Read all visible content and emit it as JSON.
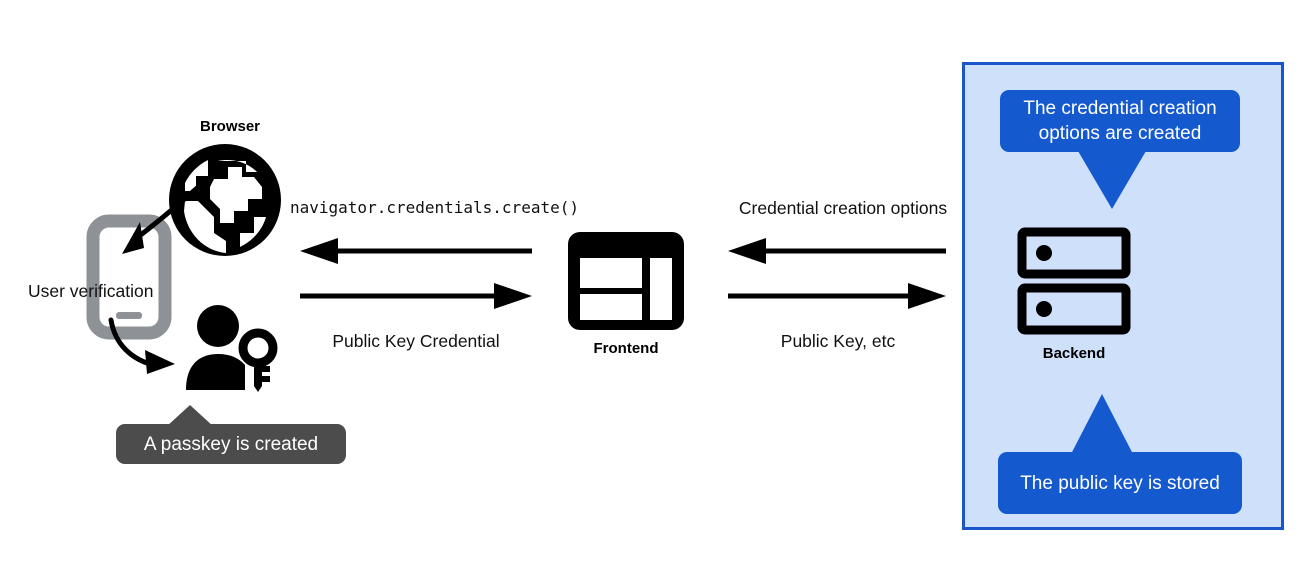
{
  "diagram": {
    "title": "WebAuthn passkey registration flow",
    "background": "#ffffff"
  },
  "colors": {
    "panel_fill": "#cfe0fb",
    "panel_border": "#1a56c8",
    "tooltip_blue": "#1559cf",
    "tooltip_dark": "#4c4c4c",
    "icon_black": "#000000",
    "icon_gray": "#8e9296",
    "text_black": "#111111",
    "text_white": "#ffffff"
  },
  "client": {
    "browser_label": "Browser",
    "browser_icon": "globe-icon",
    "device_icon": "smartphone-icon",
    "user_key_icon": "person-with-key-icon",
    "user_verification_label": "User verification",
    "passkey_tooltip": "A passkey is created",
    "arrow_globe_to_device": "curved-arrow-icon",
    "arrow_device_to_user": "curved-arrow-icon"
  },
  "frontend": {
    "label": "Frontend",
    "icon": "browser-window-layout-icon"
  },
  "backend": {
    "label": "Backend",
    "icon": "server-stack-icon",
    "tooltip_top": "The credential creation options are created",
    "tooltip_bottom": "The public key is stored"
  },
  "messages": {
    "browser_to_frontend_in": "navigator.credentials.create()",
    "browser_to_frontend_out": "Public Key Credential",
    "frontend_to_backend_in": "Credential creation options",
    "frontend_to_backend_out": "Public Key, etc"
  },
  "arrows": {
    "left_top": "arrow-left-icon",
    "left_bottom": "arrow-right-icon",
    "right_top": "arrow-left-icon",
    "right_bottom": "arrow-right-icon"
  }
}
